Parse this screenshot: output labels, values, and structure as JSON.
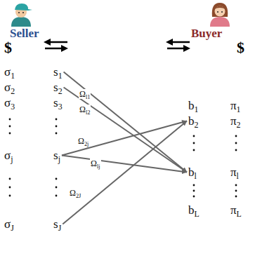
{
  "diagram": {
    "nodes": [
      {
        "text": [
          "s1"
        ]
      },
      {
        "text": [
          "s2"
        ]
      },
      {
        "text": [
          "s3"
        ]
      },
      {
        "text": [
          "sj"
        ]
      },
      {
        "text": [
          "sJ"
        ]
      },
      {
        "text": [
          "b1"
        ]
      },
      {
        "text": [
          "b2"
        ]
      },
      {
        "text": [
          "bl"
        ]
      },
      {
        "text": [
          "bL"
        ]
      }
    ],
    "edges": [
      {
        "from": 0,
        "to": 7,
        "label": "Ωl1",
        "arrow": "to"
      },
      {
        "from": 1,
        "to": 7,
        "label": "Ωl2",
        "arrow": "to"
      },
      {
        "from": 3,
        "to": 6,
        "label": "Ω2j",
        "arrow": "to"
      },
      {
        "from": 3,
        "to": 7,
        "label": "Ωlj",
        "arrow": "to"
      },
      {
        "from": 4,
        "to": 6,
        "label": "Ω2J",
        "arrow": "to"
      }
    ],
    "labels": [
      "Seller",
      "Buyer",
      "$",
      "$",
      "σ1",
      "σ2",
      "σ3",
      "σj",
      "σJ",
      "π1",
      "π2",
      "πl",
      "πL"
    ]
  }
}
